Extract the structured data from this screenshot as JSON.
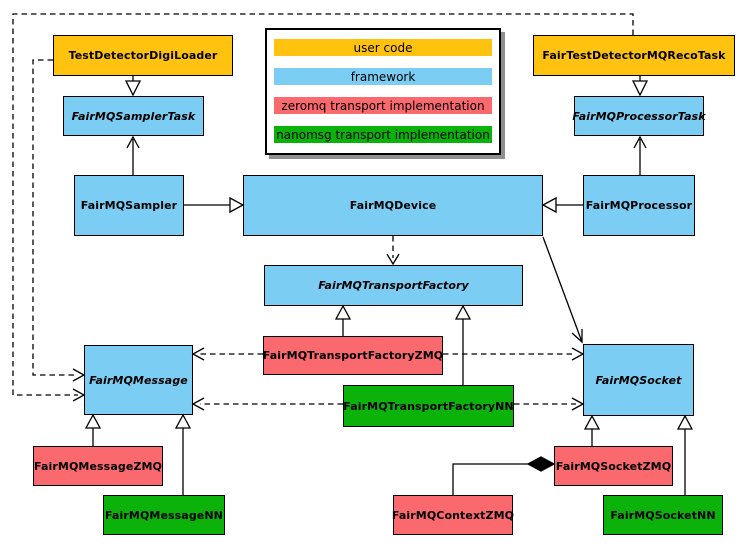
{
  "legend": {
    "items": [
      {
        "label": "user code",
        "color": "#FFC20E"
      },
      {
        "label": "framework",
        "color": "#7CCDF3"
      },
      {
        "label": "zeromq transport implementation",
        "color": "#F9696E"
      },
      {
        "label": "nanomsg transport implementation",
        "color": "#0AB20A"
      }
    ]
  },
  "nodes": {
    "testDetectorDigiLoader": {
      "label": "TestDetectorDigiLoader",
      "category": "user code",
      "abstract": false
    },
    "fairTestDetectorMQRecoTask": {
      "label": "FairTestDetectorMQRecoTask",
      "category": "user code",
      "abstract": false
    },
    "fairMQSamplerTask": {
      "label": "FairMQSamplerTask",
      "category": "framework",
      "abstract": true
    },
    "fairMQProcessorTask": {
      "label": "FairMQProcessorTask",
      "category": "framework",
      "abstract": true
    },
    "fairMQSampler": {
      "label": "FairMQSampler",
      "category": "framework",
      "abstract": false
    },
    "fairMQDevice": {
      "label": "FairMQDevice",
      "category": "framework",
      "abstract": false
    },
    "fairMQProcessor": {
      "label": "FairMQProcessor",
      "category": "framework",
      "abstract": false
    },
    "fairMQTransportFactory": {
      "label": "FairMQTransportFactory",
      "category": "framework",
      "abstract": true
    },
    "fairMQTransportFactoryZMQ": {
      "label": "FairMQTransportFactoryZMQ",
      "category": "zeromq transport implementation",
      "abstract": false
    },
    "fairMQTransportFactoryNN": {
      "label": "FairMQTransportFactoryNN",
      "category": "nanomsg transport implementation",
      "abstract": false
    },
    "fairMQMessage": {
      "label": "FairMQMessage",
      "category": "framework",
      "abstract": true
    },
    "fairMQSocket": {
      "label": "FairMQSocket",
      "category": "framework",
      "abstract": true
    },
    "fairMQMessageZMQ": {
      "label": "FairMQMessageZMQ",
      "category": "zeromq transport implementation",
      "abstract": false
    },
    "fairMQMessageNN": {
      "label": "FairMQMessageNN",
      "category": "nanomsg transport implementation",
      "abstract": false
    },
    "fairMQSocketZMQ": {
      "label": "FairMQSocketZMQ",
      "category": "zeromq transport implementation",
      "abstract": false
    },
    "fairMQContextZMQ": {
      "label": "FairMQContextZMQ",
      "category": "zeromq transport implementation",
      "abstract": false
    },
    "fairMQSocketNN": {
      "label": "FairMQSocketNN",
      "category": "nanomsg transport implementation",
      "abstract": false
    }
  },
  "relations": [
    {
      "from": "TestDetectorDigiLoader",
      "to": "FairMQSamplerTask",
      "type": "inheritance"
    },
    {
      "from": "FairTestDetectorMQRecoTask",
      "to": "FairMQProcessorTask",
      "type": "inheritance"
    },
    {
      "from": "FairMQSampler",
      "to": "FairMQSamplerTask",
      "type": "association"
    },
    {
      "from": "FairMQProcessor",
      "to": "FairMQProcessorTask",
      "type": "association"
    },
    {
      "from": "FairMQSampler",
      "to": "FairMQDevice",
      "type": "inheritance"
    },
    {
      "from": "FairMQProcessor",
      "to": "FairMQDevice",
      "type": "inheritance"
    },
    {
      "from": "FairMQDevice",
      "to": "FairMQTransportFactory",
      "type": "dependency"
    },
    {
      "from": "FairMQDevice",
      "to": "FairMQSocket",
      "type": "association"
    },
    {
      "from": "FairMQTransportFactoryZMQ",
      "to": "FairMQTransportFactory",
      "type": "inheritance"
    },
    {
      "from": "FairMQTransportFactoryNN",
      "to": "FairMQTransportFactory",
      "type": "inheritance"
    },
    {
      "from": "FairMQTransportFactoryZMQ",
      "to": "FairMQMessage",
      "type": "dependency"
    },
    {
      "from": "FairMQTransportFactoryZMQ",
      "to": "FairMQSocket",
      "type": "dependency"
    },
    {
      "from": "FairMQTransportFactoryNN",
      "to": "FairMQMessage",
      "type": "dependency"
    },
    {
      "from": "FairMQTransportFactoryNN",
      "to": "FairMQSocket",
      "type": "dependency"
    },
    {
      "from": "TestDetectorDigiLoader",
      "to": "FairMQMessage",
      "type": "dependency"
    },
    {
      "from": "FairTestDetectorMQRecoTask",
      "to": "FairMQMessage",
      "type": "dependency"
    },
    {
      "from": "FairMQMessageZMQ",
      "to": "FairMQMessage",
      "type": "inheritance"
    },
    {
      "from": "FairMQMessageNN",
      "to": "FairMQMessage",
      "type": "inheritance"
    },
    {
      "from": "FairMQSocketZMQ",
      "to": "FairMQSocket",
      "type": "inheritance"
    },
    {
      "from": "FairMQSocketNN",
      "to": "FairMQSocket",
      "type": "inheritance"
    },
    {
      "from": "FairMQContextZMQ",
      "to": "FairMQSocketZMQ",
      "type": "composition"
    }
  ]
}
